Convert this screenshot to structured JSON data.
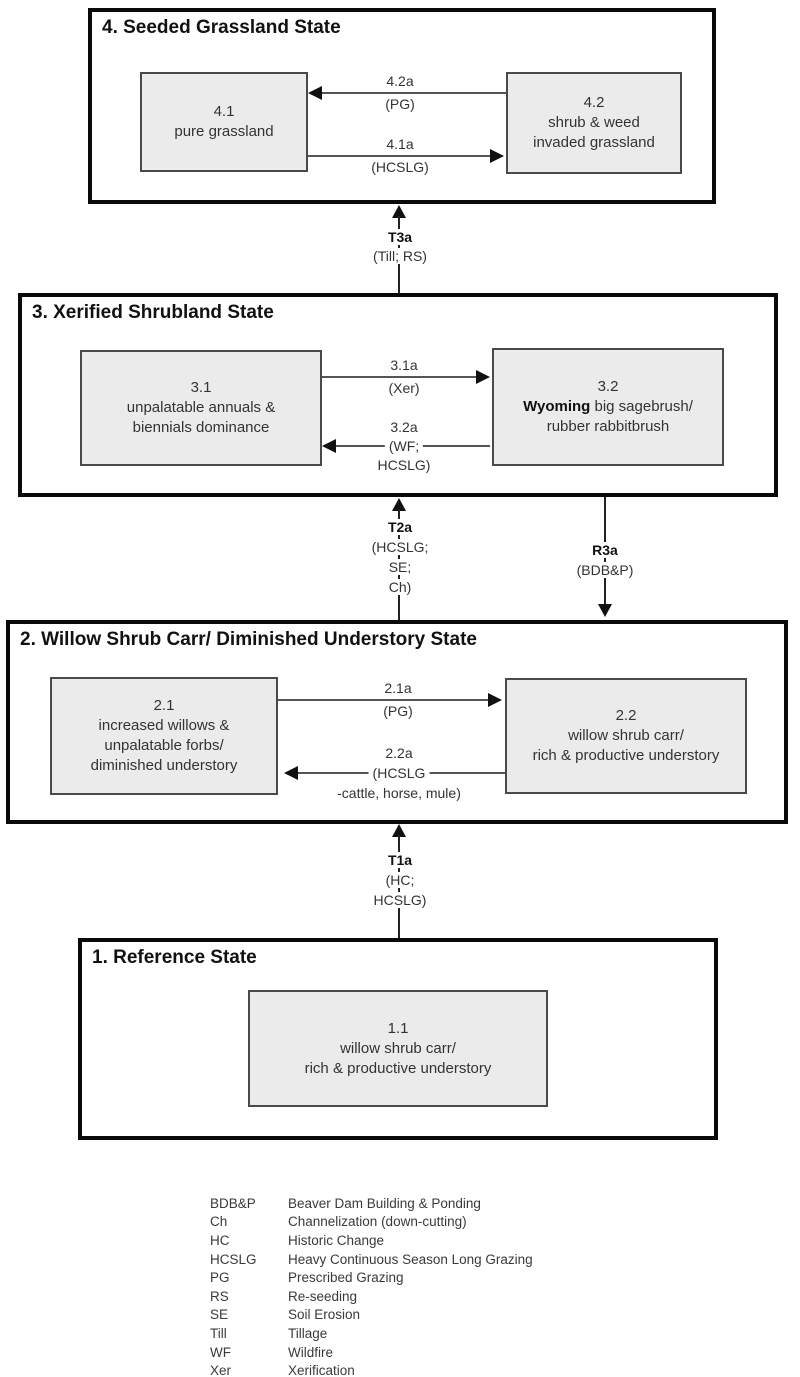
{
  "colors": {
    "background": "#ffffff",
    "state_border": "#0a0a0a",
    "community_fill": "#ebebeb",
    "community_border": "#4a4a4a",
    "arrow_line": "#555555",
    "arrowhead": "#111111",
    "text": "#333333"
  },
  "s4": {
    "title": "4. Seeded Grassland State",
    "b1": {
      "id": "4.1",
      "l1": "pure grassland"
    },
    "b2": {
      "id": "4.2",
      "l1": "shrub & weed",
      "l2": "invaded grassland"
    },
    "a1": {
      "name": "4.2a",
      "cause": "(PG)"
    },
    "a2": {
      "name": "4.1a",
      "cause": "(HCSLG)"
    }
  },
  "t3a": {
    "name": "T3a",
    "c1": "(Till; RS)"
  },
  "s3": {
    "title": "3. Xerified Shrubland State",
    "b1": {
      "id": "3.1",
      "l1": "unpalatable annuals &",
      "l2": "biennials dominance"
    },
    "b2": {
      "id": "3.2",
      "l1b": "Wyoming",
      "l1": " big sagebrush/",
      "l2": "rubber rabbitbrush"
    },
    "a1": {
      "name": "3.1a",
      "cause": "(Xer)"
    },
    "a2": {
      "name": "3.2a",
      "c1": "(WF;",
      "c2": "HCSLG)"
    }
  },
  "t2a": {
    "name": "T2a",
    "c1": "(HCSLG;",
    "c2": "SE;",
    "c3": "Ch)"
  },
  "r3a": {
    "name": "R3a",
    "c1": "(BDB&P)"
  },
  "s2": {
    "title": "2. Willow Shrub Carr/ Diminished Understory State",
    "b1": {
      "id": "2.1",
      "l1": "increased willows &",
      "l2": "unpalatable forbs/",
      "l3": "diminished understory"
    },
    "b2": {
      "id": "2.2",
      "l1": "willow shrub carr/",
      "l2": "rich & productive understory"
    },
    "a1": {
      "name": "2.1a",
      "cause": "(PG)"
    },
    "a2": {
      "name": "2.2a",
      "c1": "(HCSLG",
      "c2": "-cattle, horse, mule)"
    }
  },
  "t1a": {
    "name": "T1a",
    "c1": "(HC;",
    "c2": "HCSLG)"
  },
  "s1": {
    "title": "1. Reference State",
    "b1": {
      "id": "1.1",
      "l1": "willow shrub carr/",
      "l2": "rich & productive understory"
    }
  },
  "legend": {
    "rows": [
      {
        "abbr": "BDB&P",
        "desc": "Beaver Dam Building & Ponding"
      },
      {
        "abbr": "Ch",
        "desc": "Channelization (down-cutting)"
      },
      {
        "abbr": "HC",
        "desc": "Historic Change"
      },
      {
        "abbr": "HCSLG",
        "desc": "Heavy Continuous Season Long Grazing"
      },
      {
        "abbr": "PG",
        "desc": "Prescribed Grazing"
      },
      {
        "abbr": "RS",
        "desc": "Re-seeding"
      },
      {
        "abbr": "SE",
        "desc": "Soil Erosion"
      },
      {
        "abbr": "Till",
        "desc": "Tillage"
      },
      {
        "abbr": "WF",
        "desc": "Wildfire"
      },
      {
        "abbr": "Xer",
        "desc": "Xerification"
      }
    ]
  }
}
